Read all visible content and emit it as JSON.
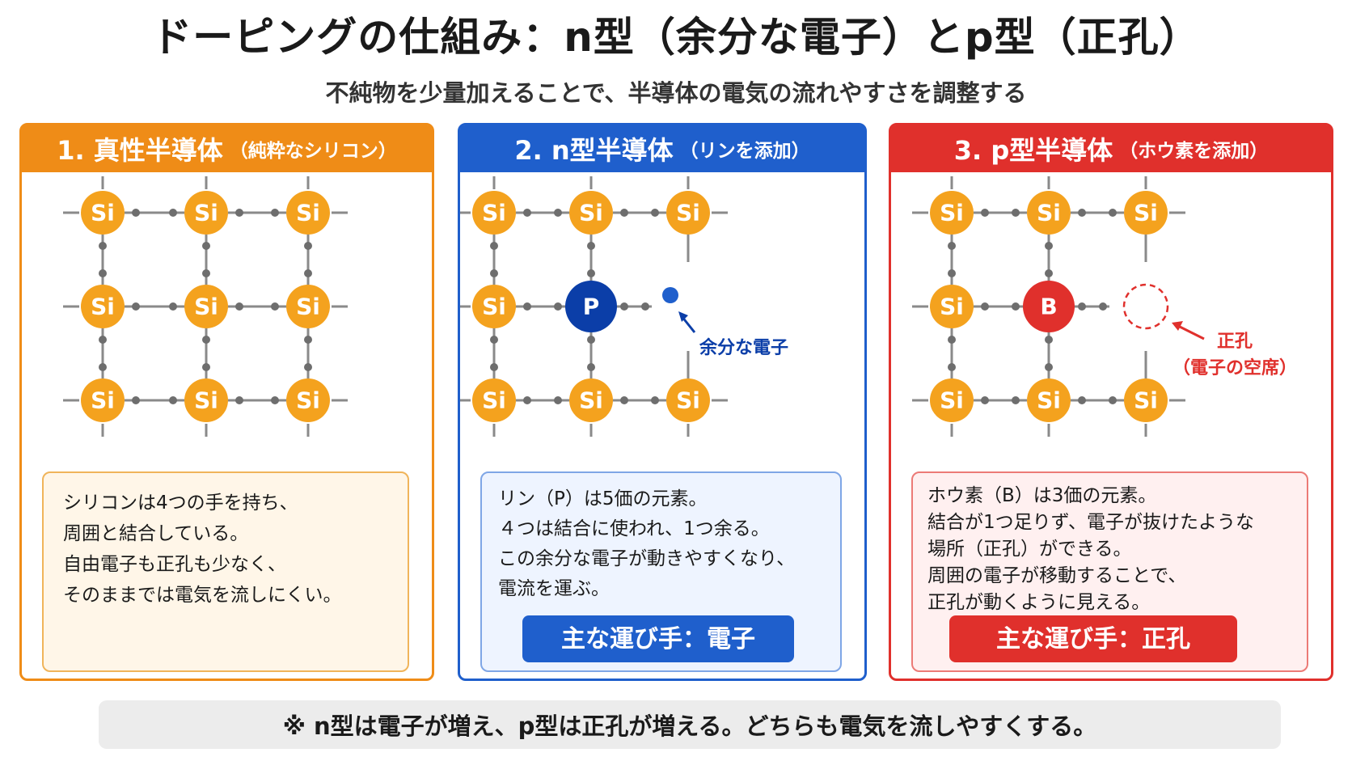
{
  "title": "ドーピングの仕組み：n型（余分な電子）とp型（正孔）",
  "subtitle": "不純物を少量加えることで、半導体の電気の流れやすさを調整する",
  "colors": {
    "orange": "#ef8c17",
    "atom_orange": "#f4a21e",
    "blue": "#1f5fcc",
    "phosphorus": "#0b3ea8",
    "red": "#e0302c",
    "bond": "#8a8a8a"
  },
  "panels": [
    {
      "heading": "1. 真性半導体",
      "heading_sub": "（純粋なシリコン）",
      "atoms": [
        [
          "Si",
          "Si",
          "Si"
        ],
        [
          "Si",
          "Si",
          "Si"
        ],
        [
          "Si",
          "Si",
          "Si"
        ]
      ],
      "description": [
        "シリコンは4つの手を持ち、",
        "周囲と結合している。",
        "自由電子も正孔も少なく、",
        "そのままでは電気を流しにくい。"
      ]
    },
    {
      "heading": "2. n型半導体",
      "heading_sub": "（リンを添加）",
      "atoms": [
        [
          "Si",
          "Si",
          "Si"
        ],
        [
          "Si",
          "P",
          ""
        ],
        [
          "Si",
          "Si",
          "Si"
        ]
      ],
      "callout": "余分な電子",
      "description": [
        "リン（P）は5価の元素。",
        "４つは結合に使われ、1つ余る。",
        "この余分な電子が動きやすくなり、",
        "電流を運ぶ。"
      ],
      "carrier": "主な運び手：電子"
    },
    {
      "heading": "3. p型半導体",
      "heading_sub": "（ホウ素を添加）",
      "atoms": [
        [
          "Si",
          "Si",
          "Si"
        ],
        [
          "Si",
          "B",
          ""
        ],
        [
          "Si",
          "Si",
          "Si"
        ]
      ],
      "callout_line1": "正孔",
      "callout_line2": "（電子の空席）",
      "description": [
        "ホウ素（B）は3価の元素。",
        "結合が1つ足りず、電子が抜けたような",
        "場所（正孔）ができる。",
        "周囲の電子が移動することで、",
        "正孔が動くように見える。"
      ],
      "carrier": "主な運び手：正孔"
    }
  ],
  "footnote": "※ n型は電子が増え、p型は正孔が増える。どちらも電気を流しやすくする。"
}
